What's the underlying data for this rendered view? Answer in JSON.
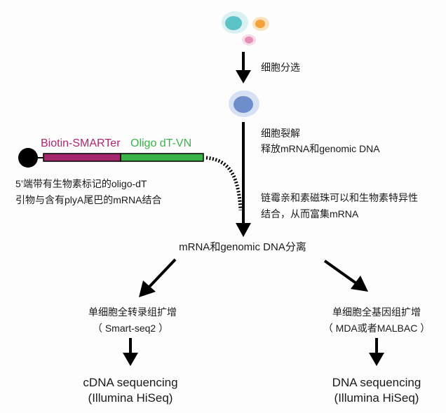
{
  "steps": {
    "cell_sorting": "细胞分选",
    "cell_lysis": "细胞裂解",
    "release": "释放mRNA和genomic DNA",
    "streptavidin_line1": "链霉亲和素磁珠可以和生物素特异性",
    "streptavidin_line2": "结合，从而富集mRNA",
    "separation": "mRNA和genomic DNA分离"
  },
  "probe": {
    "biotin_label": "Biotin-SMARTer",
    "oligo_label": "Oligo dT-VN",
    "desc_line1": "5’端带有生物素标记的oligo-dT",
    "desc_line2": "引物与含有plyA尾巴的mRNA结合"
  },
  "branches": {
    "left": {
      "title": "单细胞全转录组扩增",
      "method": "（ Smart-seq2 ）",
      "result": "cDNA sequencing",
      "platform": "(Illumina HiSeq)"
    },
    "right": {
      "title": "单细胞全基因组扩增",
      "method": "（ MDA或者MALBAC ）",
      "result": "DNA sequencing",
      "platform": "(Illumina HiSeq)"
    }
  },
  "colors": {
    "cell_teal": "#5cc3c6",
    "cell_orange": "#f3a23c",
    "cell_pink": "#e58fb6",
    "cell_blue": "#6e8ecb",
    "biotin_bar": "#a4266c",
    "oligo_bar": "#3ab34a"
  }
}
